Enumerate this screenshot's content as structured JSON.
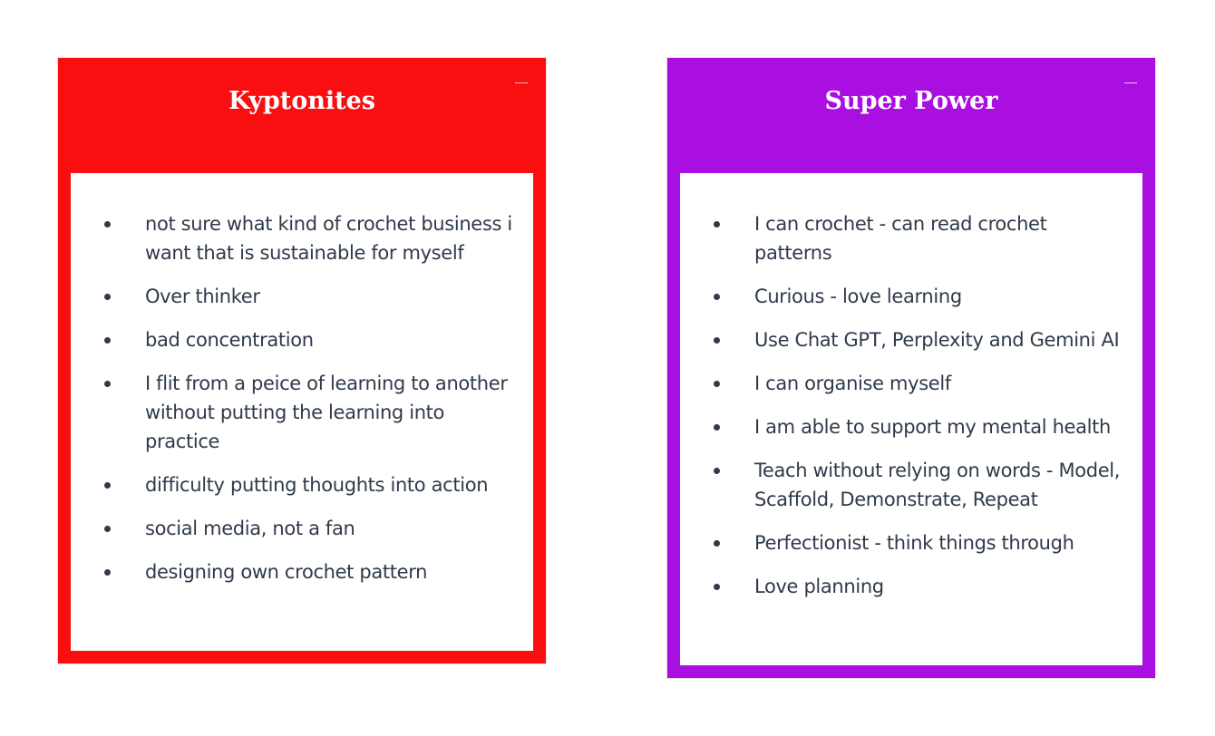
{
  "colors": {
    "kryptonites_accent": "#fa0f10",
    "superpower_accent": "#a80fe0",
    "text": "#2f3a4a"
  },
  "kryptonites": {
    "title": "Kyptonites",
    "items": [
      "not sure what kind of crochet business i want that is sustainable for myself",
      "Over thinker",
      "bad concentration",
      "I flit from a peice of learning to another without putting the learning into practice",
      "difficulty putting thoughts into action",
      "social media, not a fan",
      "designing own crochet pattern"
    ]
  },
  "superpower": {
    "title": "Super Power",
    "items": [
      "I can crochet - can read crochet patterns",
      "Curious - love learning",
      "Use Chat GPT, Perplexity and Gemini AI",
      "I can organise myself",
      "I am able to support my mental health",
      "Teach without relying on words - Model, Scaffold, Demonstrate, Repeat",
      "Perfectionist - think things through",
      "Love planning"
    ]
  }
}
